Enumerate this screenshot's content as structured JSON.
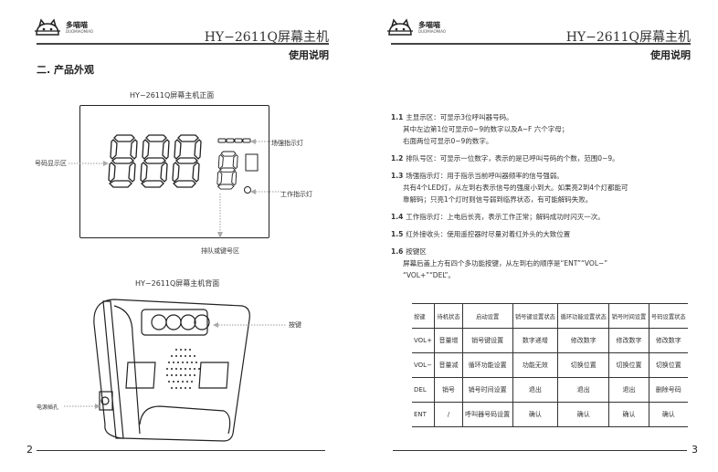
{
  "left": {
    "logo": {
      "brand": "多喵喵",
      "sub": "DUOMIAOMIAO"
    },
    "header_title": "HY−2611Q屏幕主机",
    "usage": "使用说明",
    "section": "二. 产品外观",
    "front_caption": "HY−2611Q屏幕主机正面",
    "front_labels": {
      "number_area": "号码显示区",
      "signal_led": "场强指示灯",
      "work_led": "工作指示灯",
      "queue_area": "排队或键号区"
    },
    "back_caption": "HY−2611Q屏幕主机背面",
    "back_labels": {
      "keys": "按键",
      "power": "电源插孔"
    },
    "page_number": "2"
  },
  "right": {
    "logo": {
      "brand": "多喵喵",
      "sub": "DUOMIAOMIAO"
    },
    "header_title": "HY−2611Q屏幕主机",
    "usage": "使用说明",
    "items": [
      {
        "num": "1.1",
        "lines": [
          "主显示区：可显示3位呼叫器号码。",
          "其中左边第1位可显示0−9的数字以及A−F 六个字母；",
          "右面两位可显示0−9的数字。"
        ]
      },
      {
        "num": "1.2",
        "lines": [
          "排队号区：可显示一位数字，表示的是已呼叫号码的个数，范围0−9。"
        ]
      },
      {
        "num": "1.3",
        "lines": [
          "场强指示灯：用于指示当前呼叫器频率的信号强弱。",
          "共有4个LED灯，从左到右表示信号的强度小到大。如果亮2到4个灯都能可",
          "靠解码；只亮1个灯时则信号弱到临界状态，有可能解码失败。"
        ]
      },
      {
        "num": "1.4",
        "lines": [
          "工作指示灯：上电后长亮，表示工作正常；解码成功时闪灭一次。"
        ]
      },
      {
        "num": "1.5",
        "lines": [
          "红外接收头：使用遥控器时尽量对着红外头的大致位置"
        ]
      },
      {
        "num": "1.6",
        "lines": [
          "按键区",
          "屏幕后盖上方有四个多功能按键，从左到右的顺序是“ENT”“VOL−”",
          "“VOL+”“DEL”。"
        ]
      }
    ],
    "table": [
      [
        "按键",
        "待机状态",
        "启动设置",
        "销号键设置状态",
        "循环功能设置状态",
        "销号时间设置",
        "号码设置状态"
      ],
      [
        "VOL+",
        "音量增",
        "销号键设置",
        "数字递增",
        "修改数字",
        "修改数字",
        "修改数字"
      ],
      [
        "VOL−",
        "音量减",
        "循环功能设置",
        "功能无效",
        "切换位置",
        "切换位置",
        "切换位置"
      ],
      [
        "DEL",
        "销号",
        "销号时间设置",
        "退出",
        "退出",
        "退出",
        "删除号码"
      ],
      [
        "ENT",
        "/",
        "呼叫器号码设置",
        "确认",
        "确认",
        "确认",
        "确认"
      ]
    ],
    "page_number": "3"
  }
}
